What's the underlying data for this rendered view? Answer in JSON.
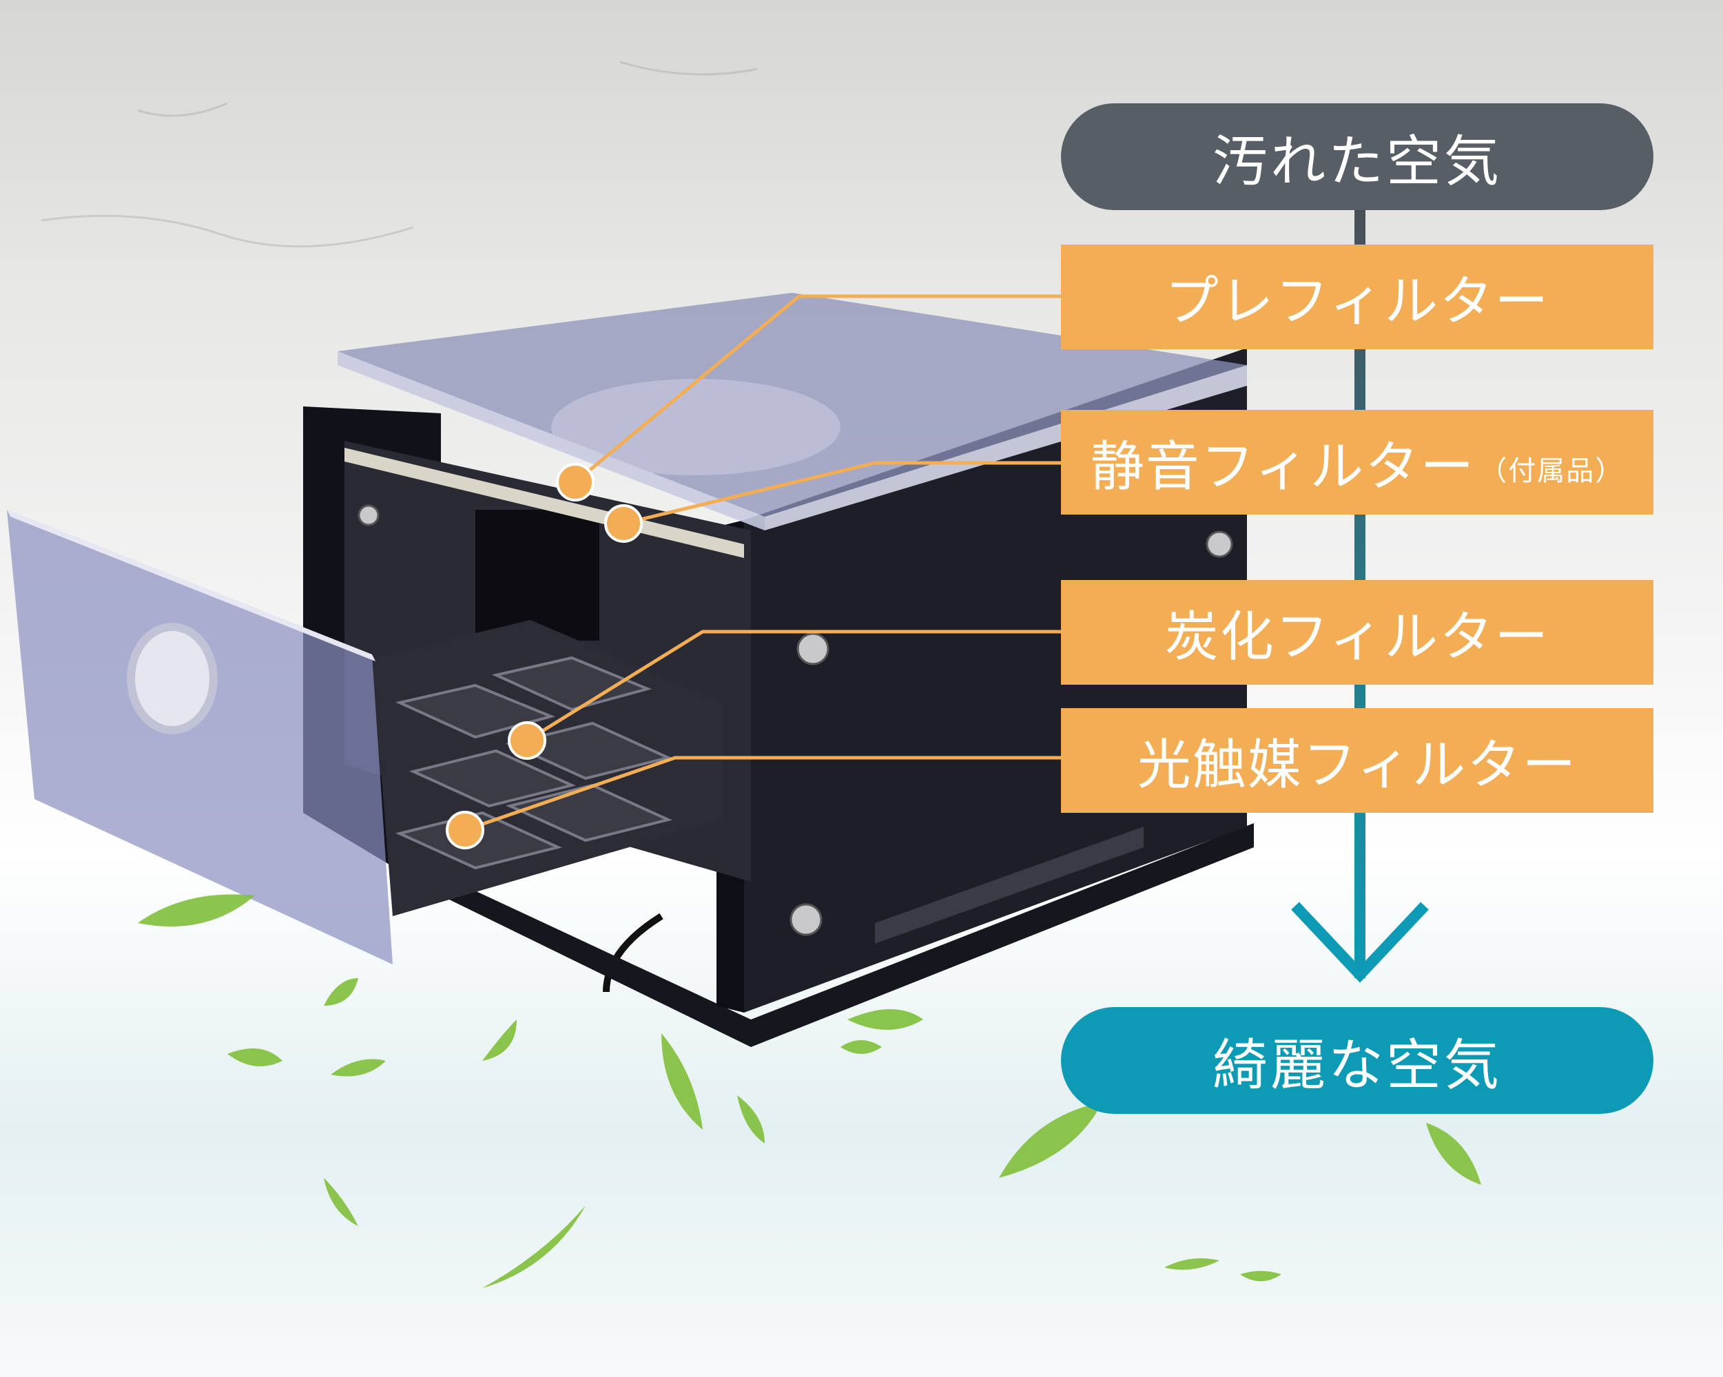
{
  "flow": {
    "top_label": "汚れた空気",
    "bottom_label": "綺麗な空気",
    "filters": [
      {
        "name": "プレフィルター",
        "note": ""
      },
      {
        "name": "静音フィルター",
        "note": "（付属品）"
      },
      {
        "name": "炭化フィルター",
        "note": ""
      },
      {
        "name": "光触媒フィルター",
        "note": ""
      }
    ]
  },
  "colors": {
    "dirty_air": "#585e66",
    "filter_box": "#f3ae55",
    "clean_air": "#0d9ab4",
    "device_body": "#1b1c26",
    "acrylic": "#a9aed0",
    "leaf": "#7fbf3a"
  },
  "icons": {
    "arrow": "down-arrow-icon",
    "leaves": "leaf-icon"
  }
}
